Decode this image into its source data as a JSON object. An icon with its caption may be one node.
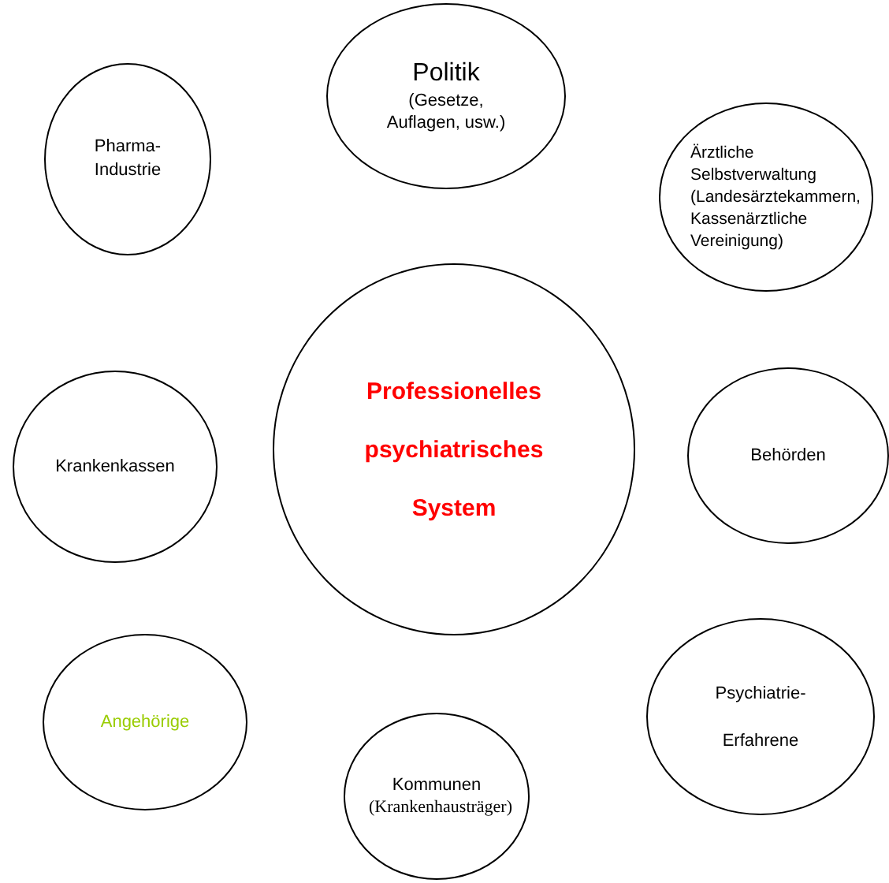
{
  "diagram": {
    "nodes": [
      {
        "text": [
          "Politik",
          "(Gesetze, Auflagen, usw.)"
        ]
      },
      {
        "text": [
          "Pharma-Industrie"
        ]
      },
      {
        "text": [
          "Ärztliche Selbstverwaltung (Landesärztekammern, Kassenärztliche Vereinigung)"
        ]
      },
      {
        "text": [
          "Professionelles psychiatrisches System"
        ]
      },
      {
        "text": [
          "Krankenkassen"
        ]
      },
      {
        "text": [
          "Behörden"
        ]
      },
      {
        "text": [
          "Angehörige"
        ]
      },
      {
        "text": [
          "Psychiatrie-Erfahrene"
        ]
      },
      {
        "text": [
          "Kommunen",
          "(Krankenhausträger)"
        ]
      }
    ],
    "edges": []
  }
}
